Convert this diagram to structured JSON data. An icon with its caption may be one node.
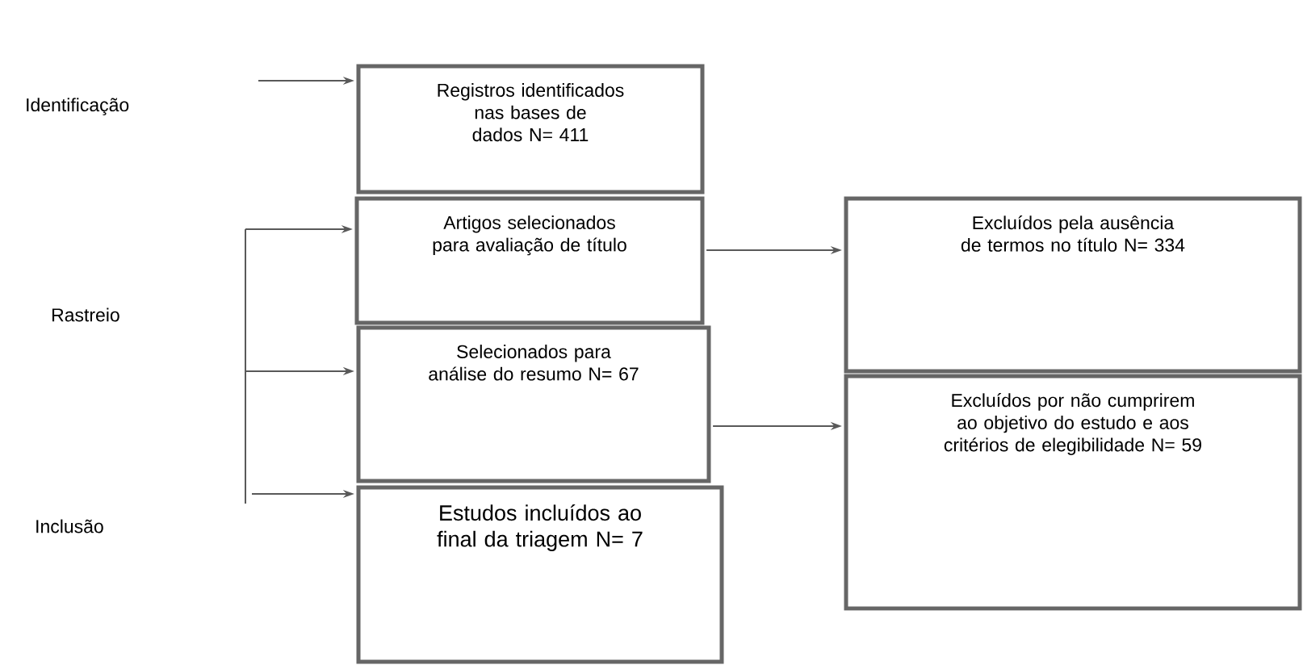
{
  "diagram": {
    "nodes": [
      {
        "text": [
          "Registros identificados nas bases de dados N= 411"
        ]
      },
      {
        "text": [
          "Artigos selecionados para avaliação de título"
        ]
      },
      {
        "text": [
          "Selecionados para análise do resumo N= 67"
        ]
      },
      {
        "text": [
          "Estudos incluídos ao final da triagem N= 7"
        ]
      },
      {
        "text": [
          "Excluídos pela ausência de termos no título N= 334"
        ]
      },
      {
        "text": [
          "Excluídos por não cumprirem ao objetivo do estudo e aos critérios de elegibilidade N= 59"
        ]
      }
    ],
    "edges": [
      {
        "from": null,
        "to": 0,
        "arrow": "to"
      },
      {
        "from": null,
        "to": 1,
        "arrow": "to"
      },
      {
        "from": null,
        "to": 2,
        "arrow": "to"
      },
      {
        "from": null,
        "to": 3,
        "arrow": "to"
      },
      {
        "from": 1,
        "to": 4,
        "arrow": "to"
      },
      {
        "from": 2,
        "to": 5,
        "arrow": "to"
      }
    ],
    "labels": [
      "Identificação",
      "Rastreio",
      "Inclusão"
    ]
  }
}
